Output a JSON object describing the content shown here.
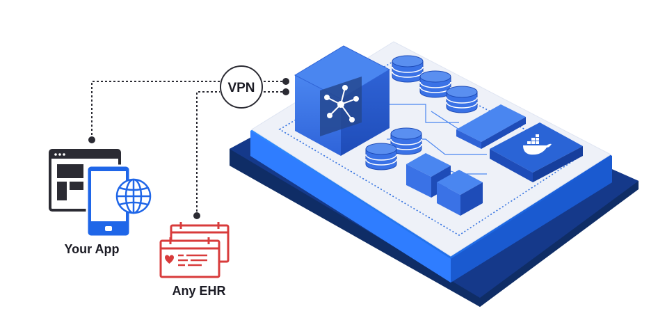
{
  "connector": {
    "vpn_label": "VPN"
  },
  "nodes": {
    "your_app_label": "Your App",
    "any_ehr_label": "Any EHR"
  },
  "colors": {
    "dark_line": "#2b2b33",
    "blue_primary": "#1f66e8",
    "blue_bright": "#2f7dff",
    "navy_base": "#0f2d66",
    "navy_deep": "#0b1f4d",
    "platform_top": "#eef1f8",
    "ehr_red": "#d83b3b",
    "cube_blue": "#3a72e6",
    "docker_blue": "#2a64d6"
  },
  "icons": {
    "app": [
      "browser-window-icon",
      "smartphone-icon",
      "globe-icon"
    ],
    "ehr": [
      "medical-record-icon",
      "heart-icon"
    ],
    "platform": [
      "network-hub-icon",
      "database-icon",
      "server-block-icon",
      "docker-whale-icon"
    ]
  }
}
